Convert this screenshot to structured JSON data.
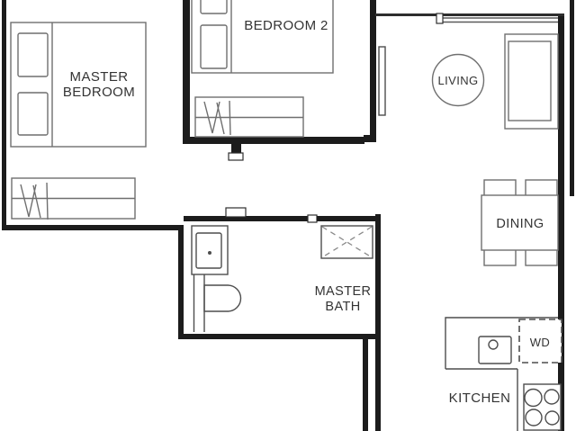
{
  "rooms": {
    "master_bedroom": {
      "line1": "MASTER",
      "line2": "BEDROOM"
    },
    "bedroom2": {
      "label": "BEDROOM 2"
    },
    "living": {
      "label": "LIVING"
    },
    "dining": {
      "label": "DINING"
    },
    "master_bath": {
      "line1": "MASTER",
      "line2": "BATH"
    },
    "kitchen": {
      "label": "KITCHEN"
    },
    "washer_dryer": {
      "label": "WD"
    }
  },
  "colors": {
    "background": "#ffffff",
    "wall": "#1c1c1c",
    "furniture_line": "#6f6f6f",
    "fixture_line": "#4d4d4d",
    "text": "#333333"
  }
}
